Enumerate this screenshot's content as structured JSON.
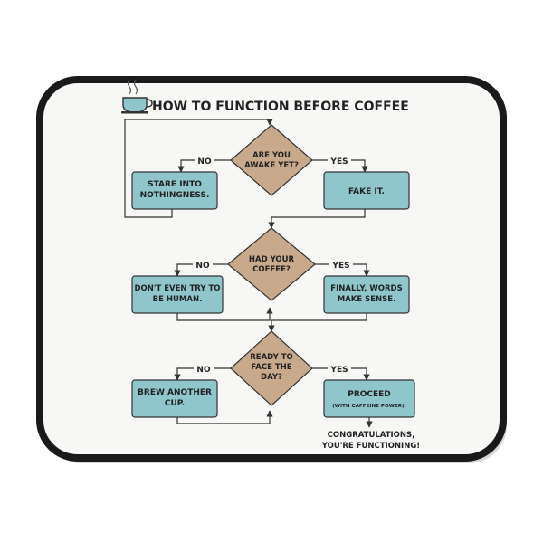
{
  "title": "HOW TO FUNCTION BEFORE COFFEE",
  "colors": {
    "diamond": "#c9a98c",
    "box": "#8fc6cb",
    "mat_border": "#1a1a1a",
    "mat_fill": "#f7f7f5",
    "line": "#333333"
  },
  "icons": {
    "title_icon": "coffee-cup-icon"
  },
  "steps": [
    {
      "question": [
        "ARE YOU",
        "AWAKE YET?"
      ],
      "no_label": "NO",
      "yes_label": "YES",
      "no_box": [
        "STARE INTO",
        "NOTHINGNESS."
      ],
      "yes_box": [
        "FAKE IT."
      ]
    },
    {
      "question": [
        "HAD YOUR",
        "COFFEE?"
      ],
      "no_label": "NO",
      "yes_label": "YES",
      "no_box": [
        "DON'T EVEN TRY TO",
        "BE HUMAN."
      ],
      "yes_box": [
        "FINALLY, WORDS",
        "MAKE SENSE."
      ]
    },
    {
      "question": [
        "READY TO",
        "FACE THE",
        "DAY?"
      ],
      "no_label": "NO",
      "yes_label": "YES",
      "no_box": [
        "BREW ANOTHER",
        "CUP."
      ],
      "yes_box": [
        "PROCEED"
      ],
      "yes_box_sub": "(WITH CAFFEINE POWER)."
    }
  ],
  "final_text": [
    "CONGRATULATIONS,",
    "YOU'RE FUNCTIONING!"
  ]
}
